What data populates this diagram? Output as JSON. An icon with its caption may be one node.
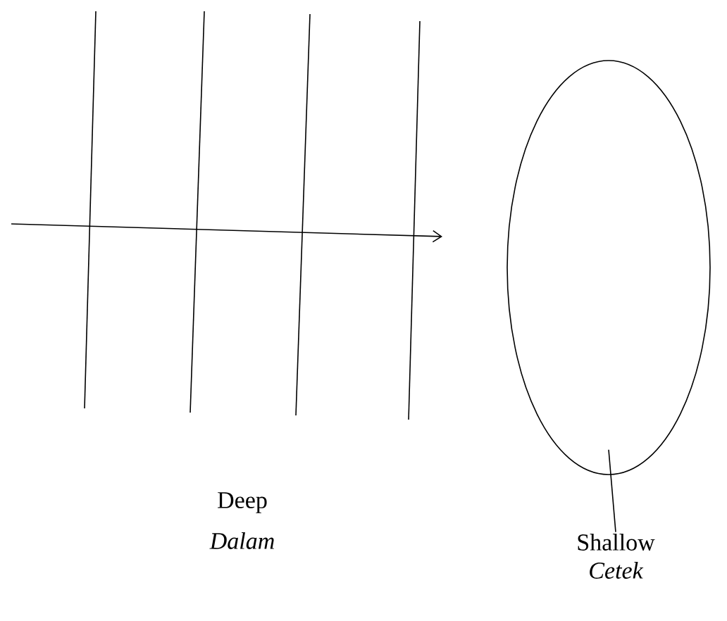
{
  "diagram": {
    "nodes": [
      {
        "text": [],
        "shape": "ellipse"
      },
      {
        "text": [
          "Shallow",
          "Cetek"
        ]
      }
    ],
    "edges": [
      {
        "from": 1,
        "to": 0,
        "arrow": "none"
      }
    ],
    "labels": [
      "Deep",
      "Dalam"
    ]
  }
}
